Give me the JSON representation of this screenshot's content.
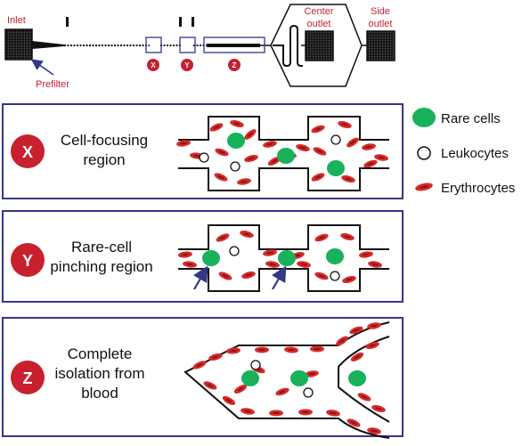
{
  "colors": {
    "red": "#c8202f",
    "rbc": "#d42a2a",
    "green": "#17b25a",
    "navy": "#34368a",
    "black": "#111111"
  },
  "chip": {
    "inlet_label": "Inlet",
    "prefilter_label": "Prefilter",
    "center_outlet_label": [
      "Center",
      "outlet"
    ],
    "side_outlet_label": [
      "Side",
      "outlet"
    ],
    "markers": [
      "X",
      "Y",
      "Z"
    ]
  },
  "panels": [
    {
      "letter": "X",
      "label_lines": [
        "Cell-focusing",
        "region"
      ]
    },
    {
      "letter": "Y",
      "label_lines": [
        "Rare-cell",
        "pinching region"
      ]
    },
    {
      "letter": "Z",
      "label_lines": [
        "Complete",
        "isolation from",
        "blood"
      ]
    }
  ],
  "legend": [
    {
      "icon": "rare-cell-icon",
      "label": "Rare cells"
    },
    {
      "icon": "leukocyte-icon",
      "label": "Leukocytes"
    },
    {
      "icon": "erythrocyte-icon",
      "label": "Erythrocytes"
    }
  ]
}
